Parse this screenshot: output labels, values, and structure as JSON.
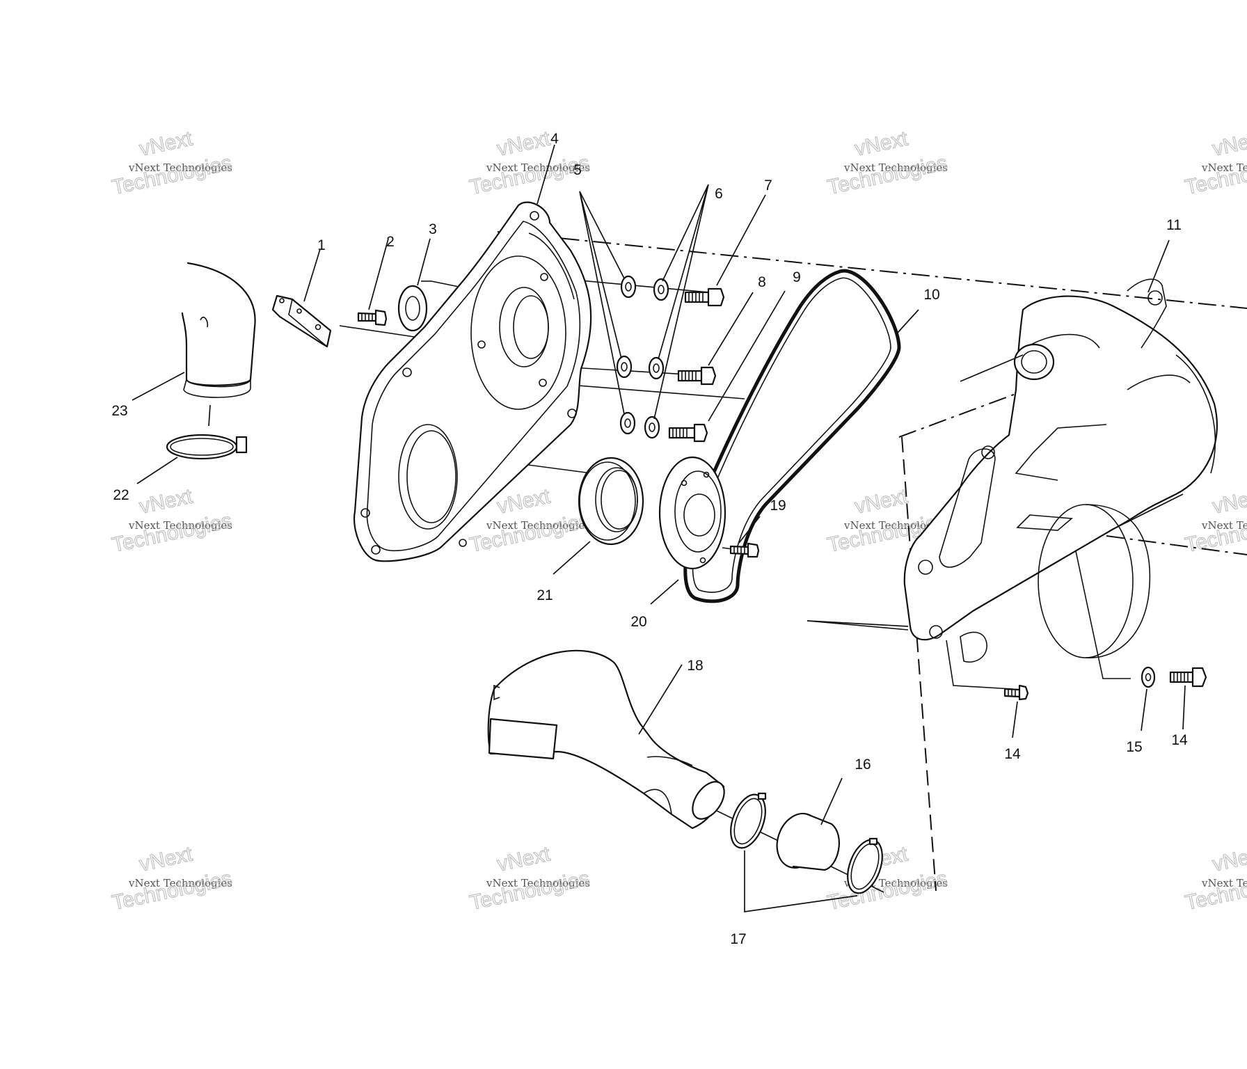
{
  "diagram": {
    "callouts": [
      {
        "id": "c1",
        "label": "1"
      },
      {
        "id": "c2",
        "label": "2"
      },
      {
        "id": "c3",
        "label": "3"
      },
      {
        "id": "c4",
        "label": "4"
      },
      {
        "id": "c5",
        "label": "5"
      },
      {
        "id": "c6",
        "label": "6"
      },
      {
        "id": "c7",
        "label": "7"
      },
      {
        "id": "c8",
        "label": "8"
      },
      {
        "id": "c9",
        "label": "9"
      },
      {
        "id": "c10",
        "label": "10"
      },
      {
        "id": "c11",
        "label": "11"
      },
      {
        "id": "c14a",
        "label": "14"
      },
      {
        "id": "c14b",
        "label": "14"
      },
      {
        "id": "c15",
        "label": "15"
      },
      {
        "id": "c16",
        "label": "16"
      },
      {
        "id": "c17",
        "label": "17"
      },
      {
        "id": "c18",
        "label": "18"
      },
      {
        "id": "c19",
        "label": "19"
      },
      {
        "id": "c20",
        "label": "20"
      },
      {
        "id": "c21",
        "label": "21"
      },
      {
        "id": "c22",
        "label": "22"
      },
      {
        "id": "c23",
        "label": "23"
      }
    ]
  },
  "watermark": {
    "line1": "vNext Technologies",
    "line2a": "vNext",
    "line2b": "Technologies"
  }
}
